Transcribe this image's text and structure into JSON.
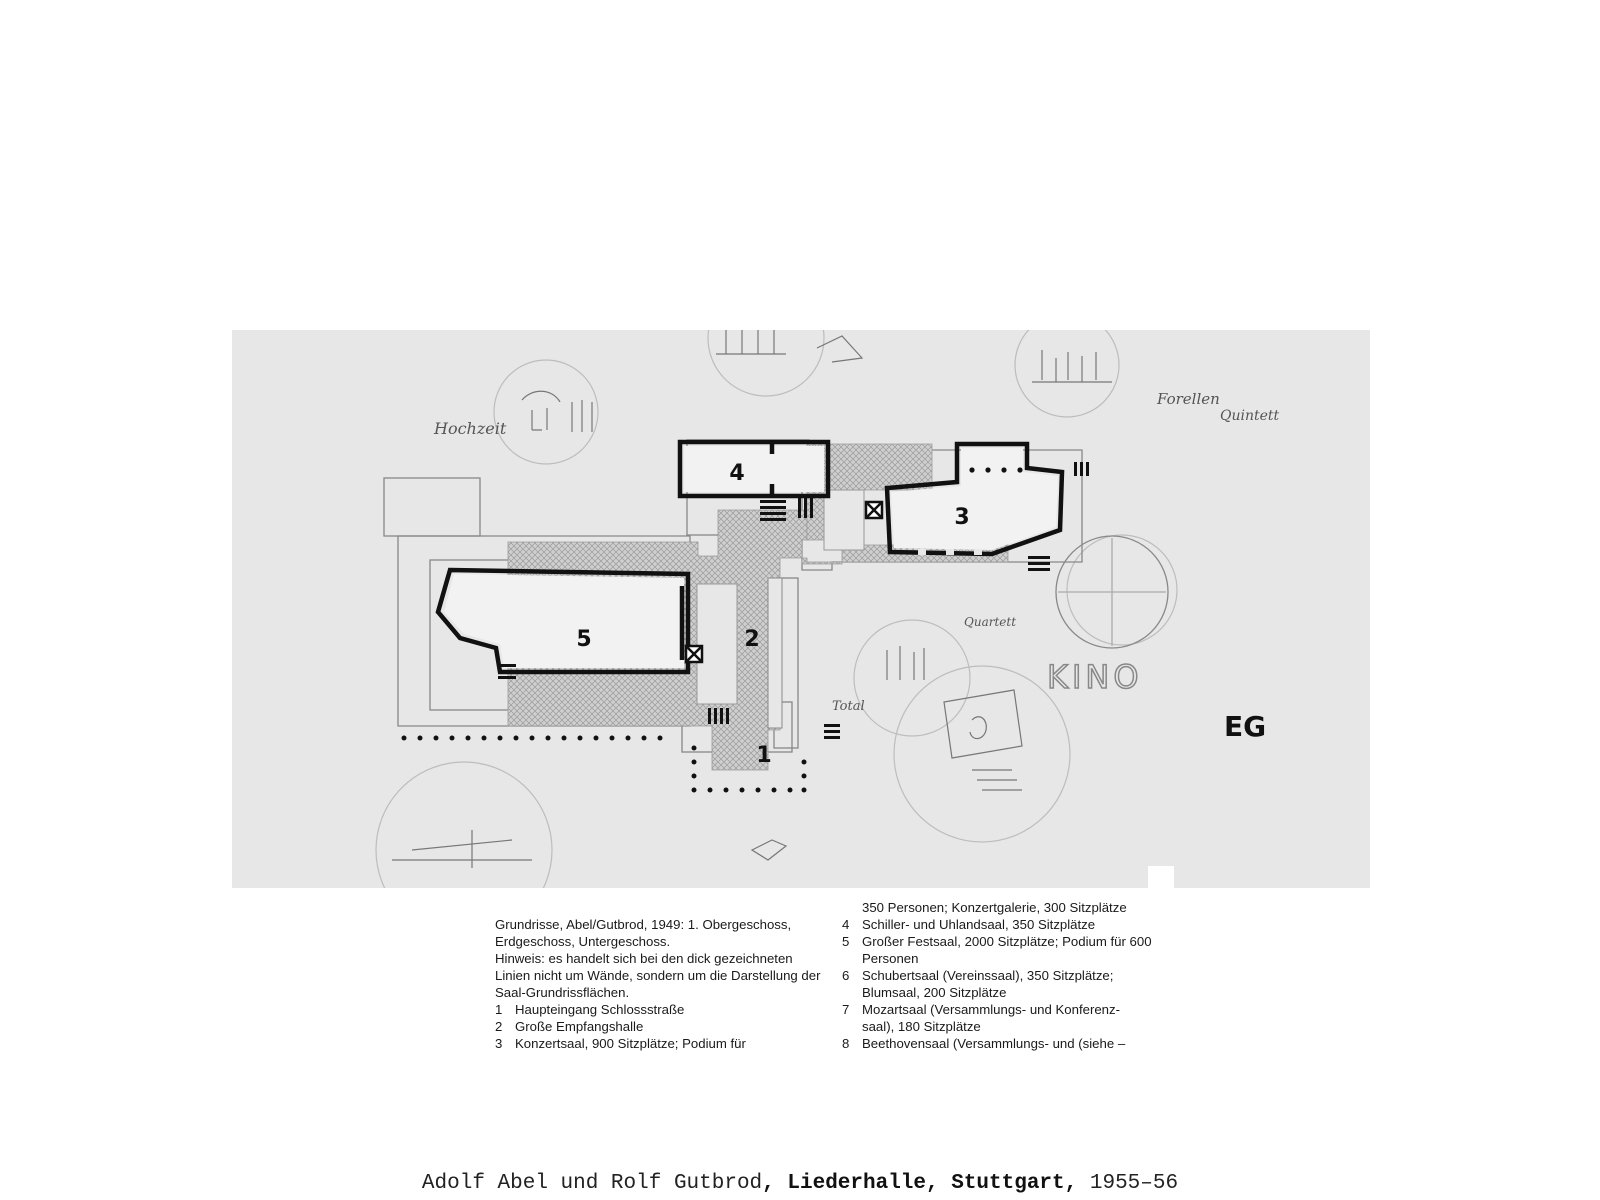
{
  "drawing": {
    "room_numbers": [
      "1",
      "2",
      "3",
      "4",
      "5"
    ],
    "floor_label": "EG",
    "kino_label": "KINO",
    "sketch_labels": {
      "hochzeit": "Hochzeit",
      "forellen": "Forellen",
      "quintett": "Quintett",
      "quartett": "Quartett",
      "total": "Total"
    }
  },
  "caption": {
    "intro": "Grundrisse, Abel/Gutbrod, 1949: 1. Obergeschoss, Erdgeschoss, Untergeschoss.",
    "note": "Hinweis: es handelt sich bei den dick gezeichneten Linien nicht um Wände, sondern um die Darstellung der Saal-Grundrissflächen.",
    "continuation": "350 Personen; Konzertgalerie, 300 Sitzplätze",
    "items_left": [
      {
        "num": "1",
        "text": "Haupteingang Schlossstraße"
      },
      {
        "num": "2",
        "text": "Große Empfangshalle"
      },
      {
        "num": "3",
        "text": "Konzertsaal, 900 Sitzplätze; Podium für"
      }
    ],
    "items_right": [
      {
        "num": "4",
        "text": "Schiller- und Uhlandsaal, 350 Sitzplätze"
      },
      {
        "num": "5",
        "text": "Großer Festsaal, 2000 Sitzplätze; Podium für 600 Personen"
      },
      {
        "num": "6",
        "text": "Schubertsaal (Vereinssaal), 350 Sitzplätze; Blumsaal, 200 Sitzplätze"
      },
      {
        "num": "7",
        "text": "Mozartsaal (Versammlungs- und Konferenz-saal), 180 Sitzplätze"
      },
      {
        "num": "8",
        "text": "Beethovensaal (Versammlungs- und (siehe –"
      }
    ]
  },
  "footer": {
    "authors": "Adolf Abel und Rolf Gutbrod",
    "sep1": ", ",
    "building": "Liederhalle, Stuttgart",
    "sep2": ", ",
    "years": "1955–56"
  }
}
